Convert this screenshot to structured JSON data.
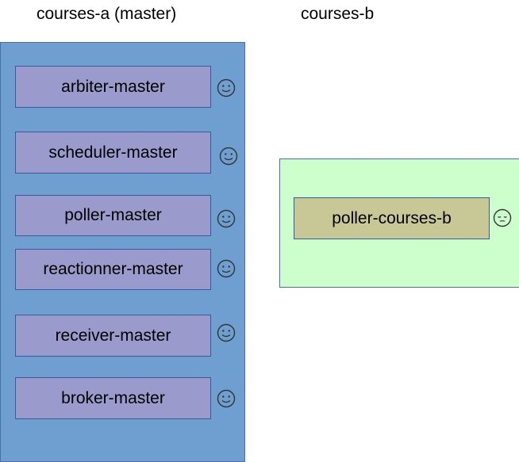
{
  "colors": {
    "realm_a_fill": "#6f9fd0",
    "realm_b_fill": "#ccffcc",
    "daemon_master_fill": "#9a9acc",
    "daemon_b_fill": "#c8c896",
    "face_stroke": "#333333"
  },
  "realms": [
    {
      "title": "courses-a (master)",
      "daemons": [
        {
          "label": "arbiter-master",
          "state": "happy"
        },
        {
          "label": "scheduler-master",
          "state": "happy"
        },
        {
          "label": "poller-master",
          "state": "happy"
        },
        {
          "label": "reactionner-master",
          "state": "happy"
        },
        {
          "label": "receiver-master",
          "state": "happy"
        },
        {
          "label": "broker-master",
          "state": "happy"
        }
      ]
    },
    {
      "title": "courses-b",
      "daemons": [
        {
          "label": "poller-courses-b",
          "state": "sleeping"
        }
      ]
    }
  ]
}
